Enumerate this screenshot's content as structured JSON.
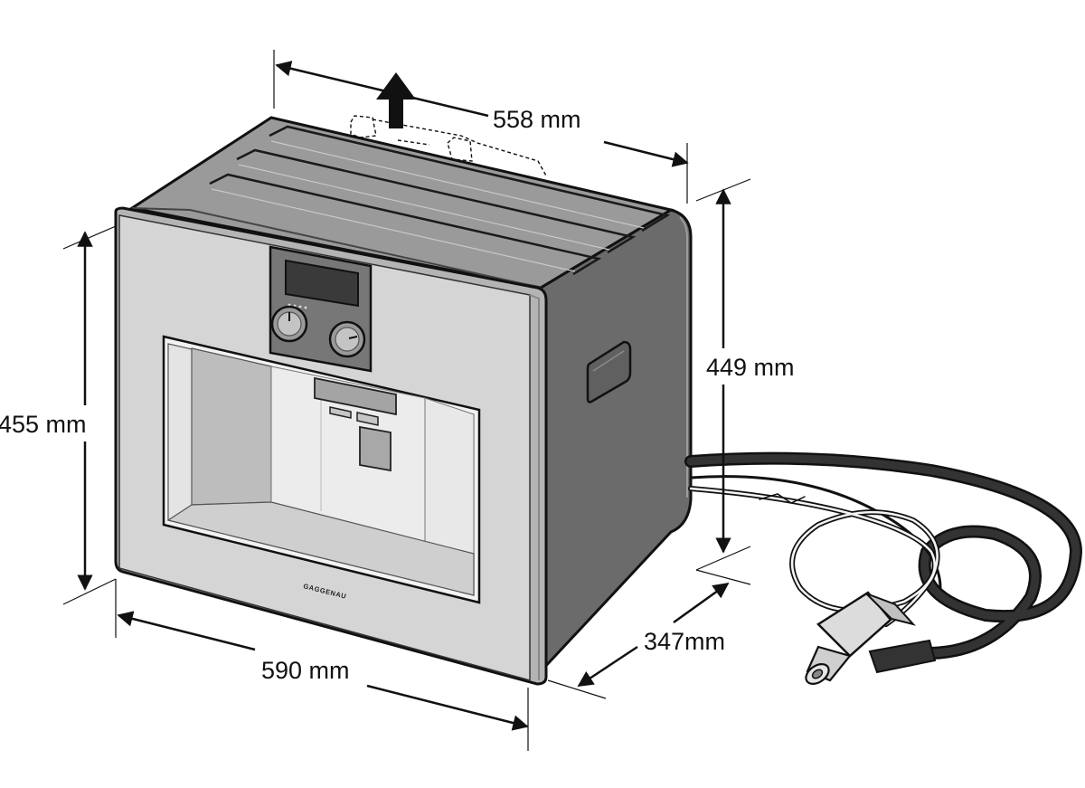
{
  "dims": {
    "w_top": "558 mm",
    "w_front": "590 mm",
    "h_front": "455 mm",
    "h_side": "449 mm",
    "depth": "347mm"
  },
  "brand": "GAGGENAU"
}
